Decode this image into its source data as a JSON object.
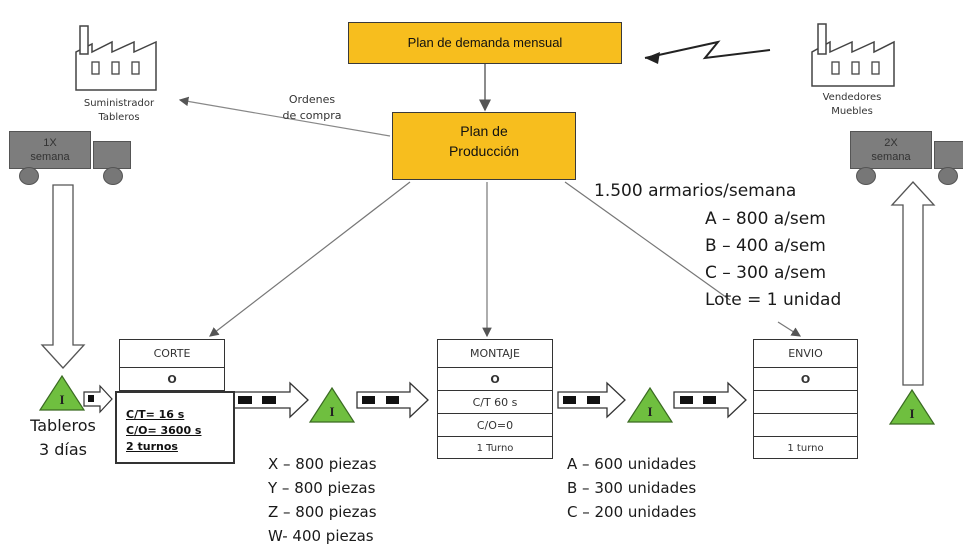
{
  "plan_demanda": "Plan de demanda mensual",
  "plan_produccion": {
    "line1": "Plan  de",
    "line2": "Producción"
  },
  "ordenes": {
    "line1": "Ordenes",
    "line2": "de compra"
  },
  "suministrador": {
    "line1": "Suministrador",
    "line2": "Tableros"
  },
  "vendedores": {
    "line1": "Vendedores",
    "line2": "Muebles"
  },
  "truck_left": {
    "line1": "1X",
    "line2": "semana"
  },
  "truck_right": {
    "line1": "2X",
    "line2": "semana"
  },
  "demand": {
    "total": "1.500 armarios/semana",
    "a": "A – 800 a/sem",
    "b": "B – 400 a/sem",
    "c": "C – 300 a/sem",
    "lote": "Lote = 1 unidad"
  },
  "inventory_symbol": "I",
  "tableros": {
    "line1": "Tableros",
    "line2": "3 días"
  },
  "corte": {
    "title": "CORTE",
    "ct": "C/T= 16 s",
    "co": "C/O= 3600 s",
    "turnos": "2 turnos"
  },
  "montaje": {
    "title": "MONTAJE",
    "ct": "C/T 60 s",
    "co": "C/O=0",
    "turnos": "1 Turno"
  },
  "envio": {
    "title": "ENVIO",
    "turnos": "1 turno"
  },
  "operator_symbol": "O",
  "piezas": [
    "X – 800 piezas",
    "Y – 800 piezas",
    "Z – 800 piezas",
    "W- 400 piezas"
  ],
  "unidades": [
    "A – 600 unidades",
    "B – 300 unidades",
    "C – 200 unidades"
  ],
  "colors": {
    "plan": "#f7be1e",
    "triangle": "#6fbf3f",
    "truck": "#7d7d7d"
  }
}
